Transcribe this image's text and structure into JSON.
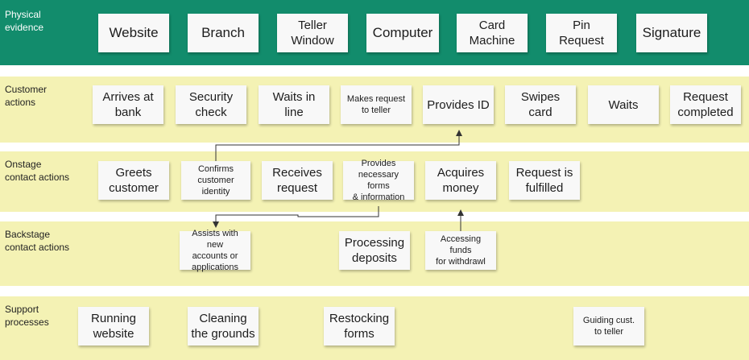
{
  "lanes": [
    {
      "id": "evidence",
      "label": "Physical\nevidence"
    },
    {
      "id": "customer",
      "label": "Customer\nactions"
    },
    {
      "id": "onstage",
      "label": "Onstage\ncontact actions"
    },
    {
      "id": "backstage",
      "label": "Backstage\ncontact actions"
    },
    {
      "id": "support",
      "label": "Support\nprocesses"
    }
  ],
  "physical_evidence": [
    "Website",
    "Branch",
    "Teller\nWindow",
    "Computer",
    "Card\nMachine",
    "Pin\nRequest",
    "Signature"
  ],
  "customer_actions": [
    "Arrives at\nbank",
    "Security\ncheck",
    "Waits in\nline",
    "Makes request\nto teller",
    "Provides ID",
    "Swipes\ncard",
    "Waits",
    "Request\ncompleted"
  ],
  "onstage_actions": [
    "Greets\ncustomer",
    "Confirms\ncustomer\nidentity",
    "Receives\nrequest",
    "Provides\nnecessary forms\n& information",
    "Acquires\nmoney",
    "Request is\nfulfilled"
  ],
  "backstage_actions": [
    "Assists with new\naccounts or\napplications",
    "Processing\ndeposits",
    "Accessing funds\nfor withdrawl"
  ],
  "support_processes": [
    "Running\nwebsite",
    "Cleaning\nthe grounds",
    "Restocking\nforms",
    "Guiding cust.\nto teller"
  ],
  "colors": {
    "evidence_band": "#128c6c",
    "lane_band": "#f4f2b4",
    "note": "#f8f8f8",
    "connector": "#333333"
  }
}
